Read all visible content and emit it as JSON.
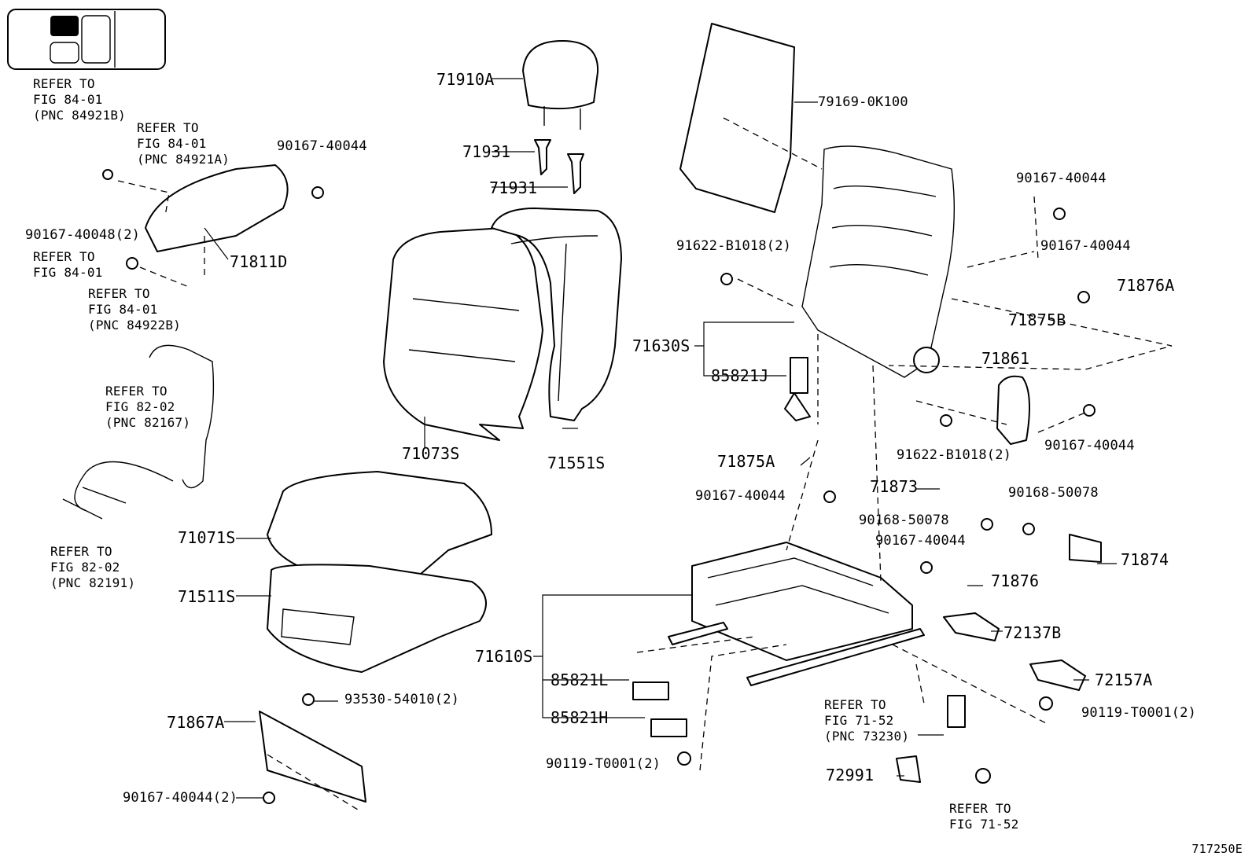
{
  "diagram_id": "717250E",
  "refer_notes": {
    "fig84_pnc84921b": {
      "l1": "REFER TO",
      "l2": "FIG 84-01",
      "l3": "(PNC 84921B)"
    },
    "fig84_pnc84921a": {
      "l1": "REFER TO",
      "l2": "FIG 84-01",
      "l3": "(PNC 84921A)"
    },
    "fig84_plain": {
      "l1": "REFER TO",
      "l2": "FIG 84-01"
    },
    "fig84_pnc84922b": {
      "l1": "REFER TO",
      "l2": "FIG 84-01",
      "l3": "(PNC 84922B)"
    },
    "fig82_pnc82167": {
      "l1": "REFER TO",
      "l2": "FIG 82-02",
      "l3": "(PNC 82167)"
    },
    "fig82_pnc82191": {
      "l1": "REFER TO",
      "l2": "FIG 82-02",
      "l3": "(PNC 82191)"
    },
    "fig71_pnc73230": {
      "l1": "REFER TO",
      "l2": "FIG 71-52",
      "l3": "(PNC 73230)"
    },
    "fig71_plain": {
      "l1": "REFER TO",
      "l2": "FIG 71-52"
    }
  },
  "parts": {
    "p90167_40044_a": "90167-40044",
    "p90167_40048": "90167-40048(2)",
    "p71811d": "71811D",
    "p71910a": "71910A",
    "p71931_a": "71931",
    "p71931_b": "71931",
    "p79169": "79169-0K100",
    "p90167_40044_b": "90167-40044",
    "p91622_a": "91622-B1018(2)",
    "p90167_40044_c": "90167-40044",
    "p71876a": "71876A",
    "p71875b": "71875B",
    "p71630s": "71630S",
    "p85821j": "85821J",
    "p71861": "71861",
    "p71073s": "71073S",
    "p71551s": "71551S",
    "p91622_b": "91622-B1018(2)",
    "p90167_40044_d": "90167-40044",
    "p71875a": "71875A",
    "p90167_40044_e": "90167-40044",
    "p71873": "71873",
    "p90168_50078_a": "90168-50078",
    "p90168_50078_b": "90168-50078",
    "p71071s": "71071S",
    "p90167_40044_f": "90167-40044",
    "p71874": "71874",
    "p71876": "71876",
    "p71511s": "71511S",
    "p72137b": "72137B",
    "p71610s": "71610S",
    "p85821l": "85821L",
    "p72157a": "72157A",
    "p93530": "93530-54010(2)",
    "p71867a": "71867A",
    "p85821h": "85821H",
    "p90119_a": "90119-T0001(2)",
    "p90119_b": "90119-T0001(2)",
    "p72991": "72991",
    "p90167_40044_g": "90167-40044(2)"
  }
}
